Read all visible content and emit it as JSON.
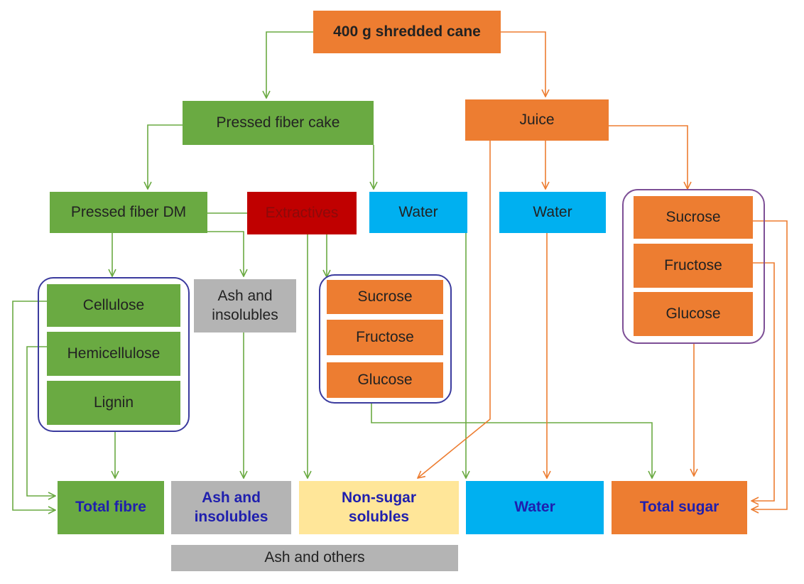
{
  "colors": {
    "green": "#6aaa42",
    "orange": "#ed7d31",
    "red": "#c00000",
    "blue": "#00b0f0",
    "gray": "#b4b4b4",
    "cream": "#ffe699",
    "navy_text": "#1f1fae",
    "group_border": "#3b3b9e"
  },
  "nodes": {
    "root": "400 g shredded cane",
    "pressed_cake": "Pressed fiber cake",
    "juice": "Juice",
    "pressed_dm": "Pressed fiber DM",
    "extractives": "Extractives",
    "water_cake": "Water",
    "water_juice": "Water",
    "juice_sucrose": "Sucrose",
    "juice_fructose": "Fructose",
    "juice_glucose": "Glucose",
    "cellulose": "Cellulose",
    "hemicellulose": "Hemicellulose",
    "lignin": "Lignin",
    "ash_insol_mid_1": "Ash and",
    "ash_insol_mid_2": "insolubles",
    "ext_sucrose": "Sucrose",
    "ext_fructose": "Fructose",
    "ext_glucose": "Glucose",
    "total_fibre": "Total fibre",
    "ash_insol_out_1": "Ash and",
    "ash_insol_out_2": "insolubles",
    "nonsugar_1": "Non-sugar",
    "nonsugar_2": "solubles",
    "water_total": "Water",
    "total_sugar": "Total sugar",
    "ash_others": "Ash and others"
  }
}
